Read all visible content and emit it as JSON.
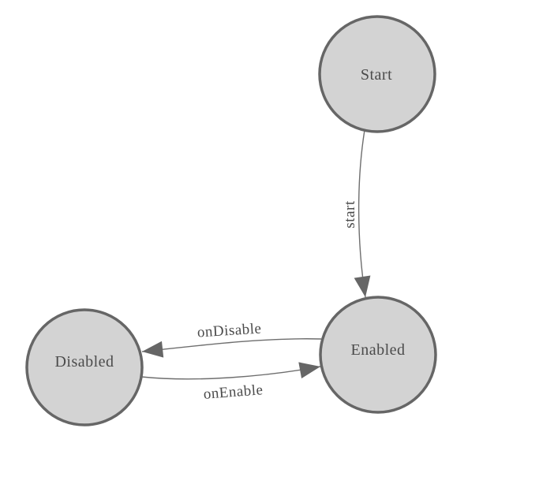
{
  "diagram": {
    "type": "state-machine",
    "background": "#ffffff",
    "colors": {
      "node_fill": "#d3d3d3",
      "node_stroke": "#666666",
      "edge_stroke": "#6e6e6e",
      "arrowhead_fill": "#666666",
      "label_text": "#4b4b4b"
    },
    "nodes": [
      {
        "id": "start",
        "label": "Start"
      },
      {
        "id": "enabled",
        "label": "Enabled"
      },
      {
        "id": "disabled",
        "label": "Disabled"
      }
    ],
    "edges": [
      {
        "id": "start-to-enabled",
        "from": "Start",
        "to": "Enabled",
        "label": "start"
      },
      {
        "id": "enabled-to-disabled",
        "from": "Enabled",
        "to": "Disabled",
        "label": "onDisable"
      },
      {
        "id": "disabled-to-enabled",
        "from": "Disabled",
        "to": "Enabled",
        "label": "onEnable"
      }
    ]
  }
}
